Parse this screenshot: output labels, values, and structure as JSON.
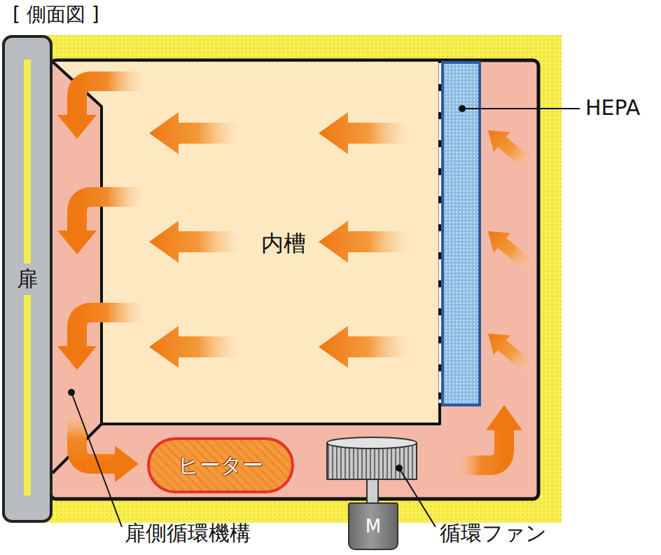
{
  "diagram": {
    "title": "[ 側面図 ]",
    "nodes": [
      {
        "text": [
          "扉"
        ]
      },
      {
        "text": [
          "内槽"
        ]
      },
      {
        "text": [
          "ヒーター"
        ]
      },
      {
        "text": [
          "M"
        ]
      }
    ],
    "labels": [
      "HEPA",
      "扉側循環機構",
      "循環ファン"
    ]
  }
}
